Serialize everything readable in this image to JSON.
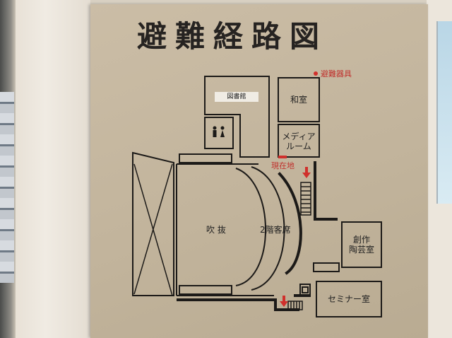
{
  "sign": {
    "title": "避難経路図",
    "legend": "避難器具",
    "rooms": {
      "library": "図書館",
      "japanese_room": "和室",
      "media_room": "メディア\nルーム",
      "atrium": "吹 抜",
      "balcony_seats": "2階客席",
      "pottery_room": "創作\n陶芸室",
      "seminar_room": "セミナー室"
    },
    "current_location": "現在地"
  },
  "colors": {
    "board": "#c2b49c",
    "line": "#1c1a18",
    "accent_red": "#d0302c"
  }
}
